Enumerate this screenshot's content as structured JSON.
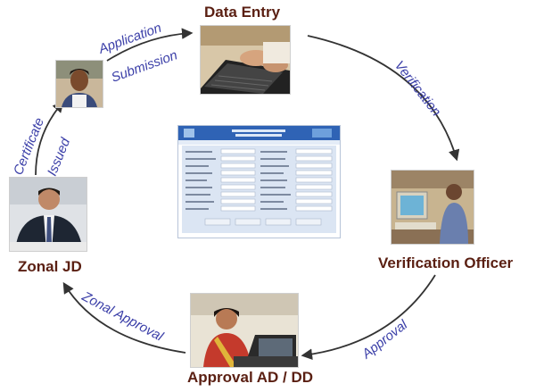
{
  "nodes": {
    "data_entry": "Data Entry",
    "verification_officer": "Verification Officer",
    "approval": "Approval AD / DD",
    "zonal_jd": "Zonal JD"
  },
  "edges": {
    "application": "Application",
    "submission": "Submission",
    "verification": "Verification",
    "approval": "Approval",
    "zonal_approval": "Zonal Approval",
    "certificate": "Certificate",
    "issued": "Issued"
  },
  "colors": {
    "node_text": "#5a1f12",
    "edge_text": "#3b3fa8",
    "arrow": "#333333",
    "form_header": "#2f63b5",
    "form_panel": "#dbe5f3"
  },
  "icons": {
    "applicant": "applicant-photo-icon",
    "data_entry": "typing-laptop-photo-icon",
    "verification_officer": "officer-at-computer-photo-icon",
    "approval": "woman-at-laptop-photo-icon",
    "zonal_jd": "businessman-photo-icon",
    "form": "application-form-screenshot-icon"
  }
}
